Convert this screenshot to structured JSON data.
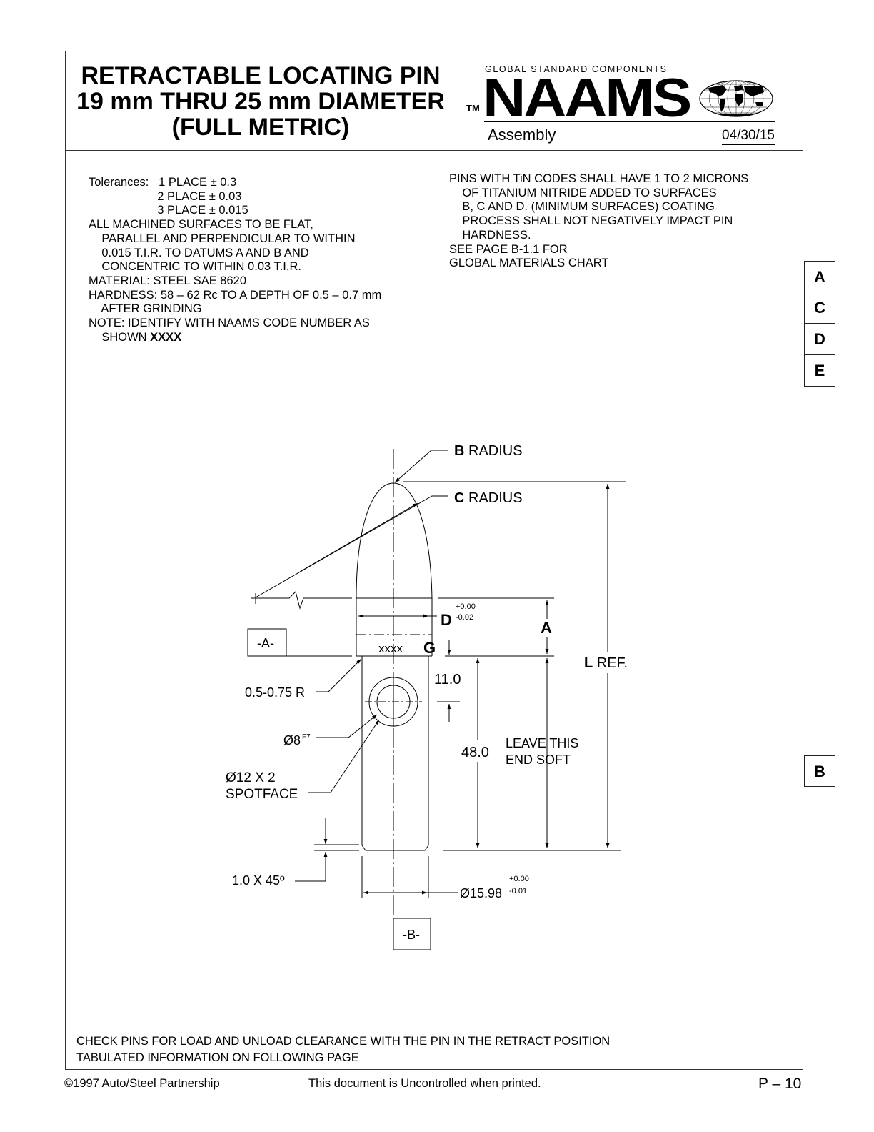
{
  "header": {
    "title_lines": [
      "RETRACTABLE LOCATING PIN",
      "19 mm THRU 25 mm DIAMETER",
      "(FULL METRIC)"
    ],
    "logo": {
      "tagline": "GLOBAL STANDARD COMPONENTS",
      "trademark": "TM",
      "brand": "NAAMS",
      "icon": "world-globe-icon"
    },
    "section": "Assembly",
    "date": "04/30/15"
  },
  "notes_left": {
    "lines": [
      "Tolerances:   1 PLACE ± 0.3",
      "                     2 PLACE ± 0.03",
      "                     3 PLACE ± 0.015",
      "ALL MACHINED SURFACES TO BE FLAT,",
      "    PARALLEL AND PERPENDICULAR TO WITHIN",
      "    0.015 T.I.R. TO DATUMS A AND B AND",
      "    CONCENTRIC TO WITHIN 0.03 T.I.R.",
      "MATERIAL: STEEL SAE 8620",
      "HARDNESS: 58 – 62 Rc TO A DEPTH OF 0.5 – 0.7 mm",
      "    AFTER GRINDING",
      "NOTE: IDENTIFY WITH NAAMS CODE NUMBER AS",
      "    SHOWN "
    ],
    "code_bold": "XXXX"
  },
  "notes_right": {
    "lines": [
      "PINS WITH TiN CODES SHALL HAVE 1 TO 2 MICRONS",
      "    OF TITANIUM NITRIDE ADDED TO SURFACES",
      "    B, C AND D. (MINIMUM SURFACES) COATING",
      "    PROCESS SHALL NOT NEGATIVELY IMPACT PIN",
      "    HARDNESS.",
      "SEE PAGE B-1.1 FOR",
      "GLOBAL MATERIALS CHART"
    ]
  },
  "side_tabs": {
    "group": [
      "A",
      "C",
      "D",
      "E"
    ],
    "single": "B"
  },
  "drawing": {
    "b_radius": {
      "letter": "B",
      "text": " RADIUS"
    },
    "c_radius": {
      "letter": "C",
      "text": " RADIUS"
    },
    "datum_a": "-A-",
    "datum_b": "-B-",
    "d_dim": {
      "letter": "D",
      "tol_plus": "+0.00",
      "tol_minus": "-0.02"
    },
    "a_dim": "A",
    "g_label": "G",
    "code_mark": "XXXX",
    "l_ref": {
      "letter": "L",
      "text": " REF."
    },
    "fillet": "0.5-0.75 R",
    "hole": {
      "text": "Ø8",
      "fit": "F7"
    },
    "spotface": [
      "Ø12 X 2",
      "SPOTFACE"
    ],
    "dim_11": "11.0",
    "dim_48": "48.0",
    "leave_soft": [
      "LEAVE THIS",
      "END SOFT"
    ],
    "chamfer": "1.0 X 45º",
    "shank_dia": {
      "text": "Ø15.98",
      "tol_plus": "+0.00",
      "tol_minus": "-0.01"
    }
  },
  "footnotes": [
    "CHECK PINS FOR LOAD AND UNLOAD CLEARANCE WITH THE PIN IN THE RETRACT POSITION",
    "TABULATED INFORMATION ON FOLLOWING PAGE"
  ],
  "footer": {
    "copyright": "©1997 Auto/Steel Partnership",
    "disclaimer": "This document is Uncontrolled when printed.",
    "page": "P – 10"
  }
}
